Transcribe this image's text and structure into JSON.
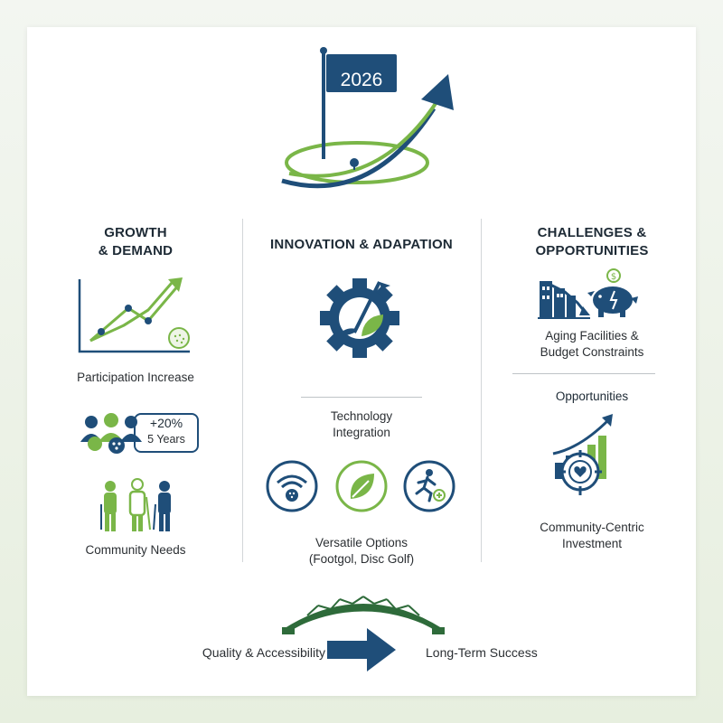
{
  "header": {
    "year_flag": "2026"
  },
  "growth": {
    "title_line1": "GROWTH",
    "title_line2": "& DEMAND",
    "participation_label": "Participation Increase",
    "stat_value": "+20%",
    "stat_period": "5 Years",
    "community_label": "Community Needs"
  },
  "innovation": {
    "title": "INNOVATION & ADAPATION",
    "tech_line1": "Technology",
    "tech_line2": "Integration",
    "options_line1": "Versatile Options",
    "options_line2": "(Footgol, Disc Golf)"
  },
  "challenges": {
    "title_line1": "CHALLENGES &",
    "title_line2": "OPPORTUNITIES",
    "aging_line1": "Aging Facilities &",
    "aging_line2": "Budget Constraints",
    "opportunities_heading": "Opportunities",
    "investment_line1": "Community-Centric",
    "investment_line2": "Investment"
  },
  "footer": {
    "left_label": "Quality & Accessibility",
    "right_label": "Long-Term Success"
  },
  "colors": {
    "navy": "#1f4e79",
    "green": "#7ab648",
    "text": "#2b2f33"
  },
  "icons": [
    "golf-flag-icon",
    "line-chart-icon",
    "golf-ball-icon",
    "people-group-icon",
    "golfers-icon",
    "gear-golf-club-icon",
    "wifi-golf-icon",
    "leaf-icon",
    "runner-icon",
    "declining-building-icon",
    "piggy-bank-icon",
    "target-chart-icon",
    "bridge-icon",
    "arrow-right-icon"
  ]
}
